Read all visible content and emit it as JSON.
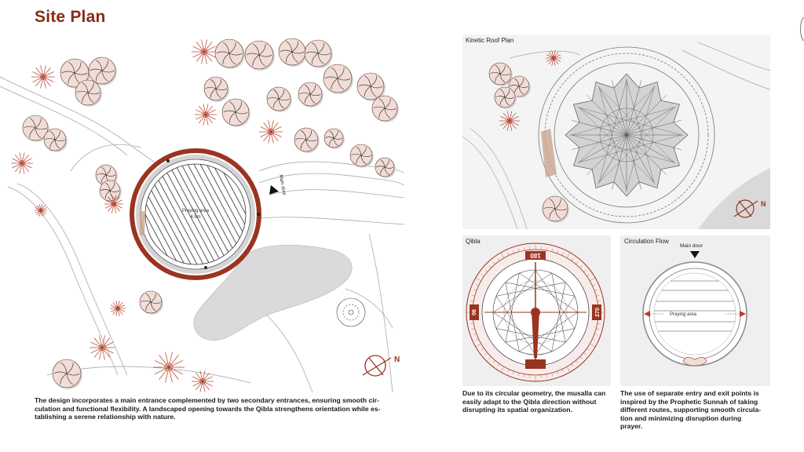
{
  "page": {
    "title": "Site Plan"
  },
  "colors": {
    "accent": "#8a2a17",
    "ring": "#9a3421",
    "tree": "#f1ddd6",
    "water": "#d9d9d9",
    "panel_bg": "#efefef",
    "line": "#9a9a9a"
  },
  "site_plan": {
    "center_label_line1": "Praying area",
    "center_label_line2": "4.5m",
    "main_door_label": "Main door",
    "north_label": "N",
    "caption": [
      "The design incorporates a main entrance complemented by two secondary entrances, ensuring smooth cir-",
      "culation and functional flexibility. A landscaped opening towards the Qibla strengthens orientation while es-",
      "tablishing a serene relationship with nature."
    ]
  },
  "roof_plan": {
    "label": "Kinetic Roof Plan",
    "north_label": "N"
  },
  "qibla": {
    "label": "Qibla",
    "degrees": {
      "top": "180",
      "left": "90",
      "right": "270"
    },
    "caption": [
      "Due to its circular geometry, the musalla can",
      "easily adapt to the Qibla direction without",
      "disrupting its spatial organization."
    ]
  },
  "circulation": {
    "label": "Circulation Flow",
    "main_door_label": "Main door",
    "row_label": "Praying area",
    "caption": [
      "The use of separate entry and exit points is",
      "inspired by the Prophetic Sunnah of taking",
      "different routes, supporting smooth circula-",
      "tion and minimizing disruption during",
      "prayer."
    ]
  }
}
